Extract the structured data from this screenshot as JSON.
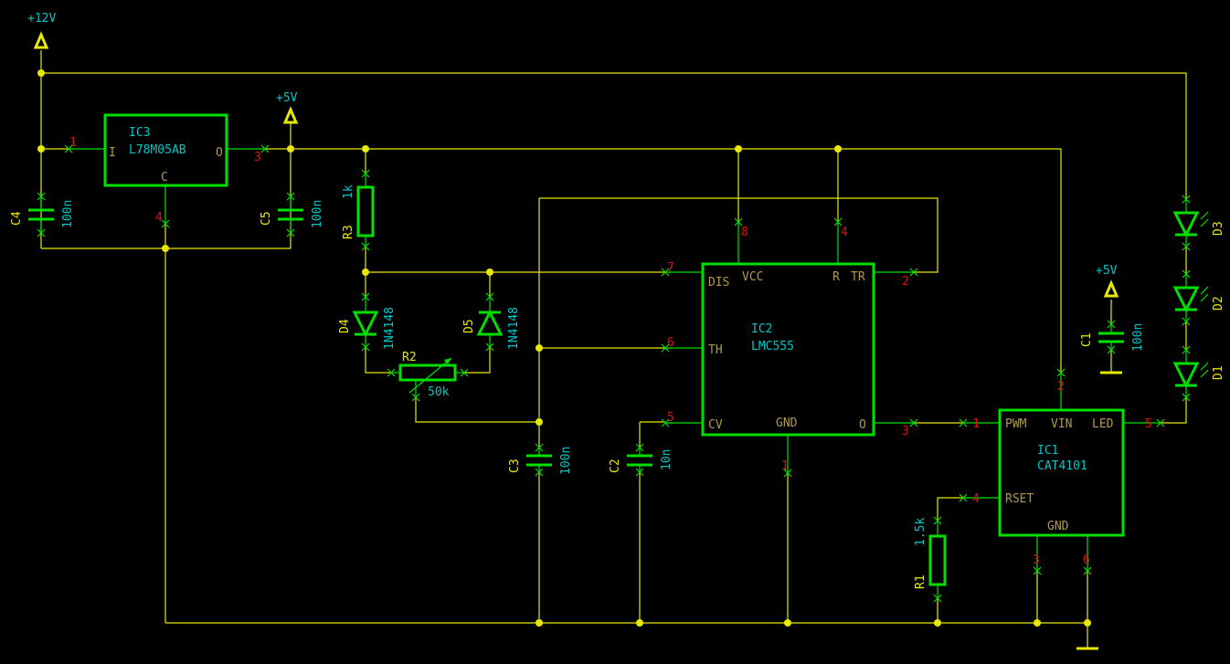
{
  "power": {
    "p12": "+12V",
    "p5a": "+5V",
    "p5b": "+5V"
  },
  "components": {
    "ic3": {
      "ref": "IC3",
      "value": "L78M05AB",
      "pin_in": "I",
      "pin_out": "O",
      "pin_c": "C",
      "n1": "1",
      "n3": "3",
      "n4": "4"
    },
    "ic2": {
      "ref": "IC2",
      "value": "LMC555",
      "dis": "DIS",
      "vcc": "VCC",
      "r": "R",
      "tr": "TR",
      "th": "TH",
      "cv": "CV",
      "gnd": "GND",
      "o": "O",
      "n1": "1",
      "n2": "2",
      "n3": "3",
      "n4": "4",
      "n5": "5",
      "n6": "6",
      "n7": "7",
      "n8": "8"
    },
    "ic1": {
      "ref": "IC1",
      "value": "CAT4101",
      "pwm": "PWM",
      "vin": "VIN",
      "led": "LED",
      "rset": "RSET",
      "gnd": "GND",
      "n1": "1",
      "n2": "2",
      "n3": "3",
      "n4": "4",
      "n5": "5",
      "n6": "6"
    },
    "c4": {
      "ref": "C4",
      "value": "100n"
    },
    "c5": {
      "ref": "C5",
      "value": "100n"
    },
    "c3": {
      "ref": "C3",
      "value": "100n"
    },
    "c2": {
      "ref": "C2",
      "value": "10n"
    },
    "c1": {
      "ref": "C1",
      "value": "100n"
    },
    "r3": {
      "ref": "R3",
      "value": "1k"
    },
    "r2": {
      "ref": "R2",
      "value": "50k"
    },
    "r1": {
      "ref": "R1",
      "value": "1.5k"
    },
    "d4": {
      "ref": "D4",
      "value": "1N4148"
    },
    "d5": {
      "ref": "D5",
      "value": "1N4148"
    },
    "d1": {
      "ref": "D1"
    },
    "d2": {
      "ref": "D2"
    },
    "d3": {
      "ref": "D3"
    }
  },
  "colors": {
    "background": "#000000",
    "wire": "#e8e800",
    "component": "#00e000",
    "label": "#00c8c8",
    "pin_number": "#e01010"
  }
}
